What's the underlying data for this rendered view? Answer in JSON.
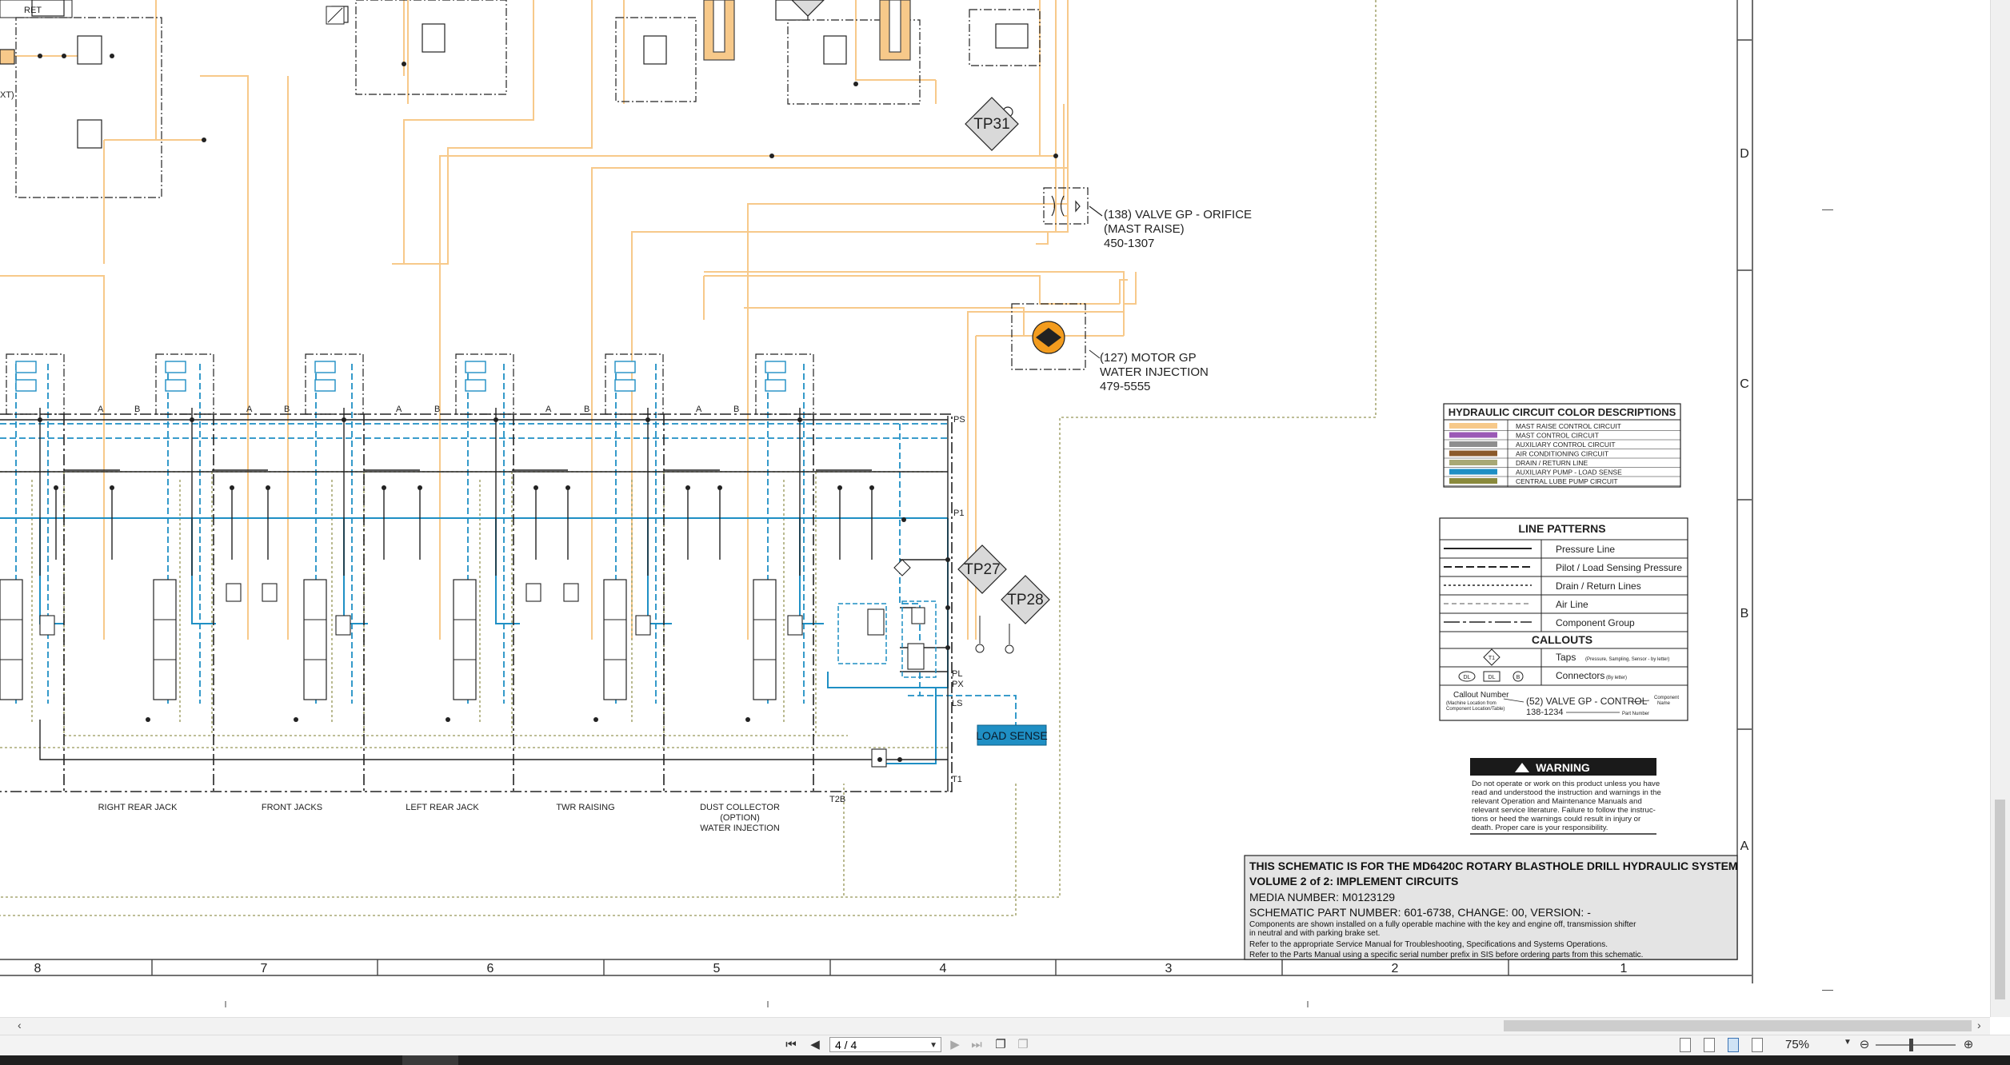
{
  "sheet": {
    "ret_label": "RET",
    "ext_label": "XT)",
    "tp31": "TP31",
    "tp27": "TP27",
    "tp28": "TP28",
    "orifice_callout": [
      "(138) VALVE GP - ORIFICE",
      "(MAST RAISE)",
      "450-1307"
    ],
    "motor_callout": [
      "(127) MOTOR GP",
      "WATER INJECTION",
      "479-5555"
    ],
    "port_labels": [
      "A",
      "B",
      "A",
      "B",
      "A",
      "B",
      "A",
      "B",
      "A",
      "B"
    ],
    "port_right": {
      "ps": "PS",
      "p1": "P1",
      "pl": "PL",
      "px": "PX",
      "ls": "LS",
      "t1": "T1",
      "t2b": "T2B"
    },
    "load_sense": "LOAD SENSE",
    "sections": [
      "RIGHT REAR JACK",
      "FRONT JACKS",
      "LEFT REAR JACK",
      "TWR RAISING",
      "DUST COLLECTOR",
      "(OPTION)",
      "WATER INJECTION"
    ],
    "row_letters": [
      "D",
      "C",
      "B",
      "A"
    ],
    "col_numbers": [
      "8",
      "7",
      "6",
      "5",
      "4",
      "3",
      "2",
      "1"
    ],
    "color_legend": {
      "title": "HYDRAULIC CIRCUIT COLOR DESCRIPTIONS",
      "items": [
        {
          "color": "#f7c98a",
          "label": "MAST RAISE CONTROL CIRCUIT"
        },
        {
          "color": "#9b59b6",
          "label": "MAST CONTROL CIRCUIT"
        },
        {
          "color": "#8e8e8e",
          "label": "AUXILIARY CONTROL CIRCUIT"
        },
        {
          "color": "#8b5a2b",
          "label": "AIR CONDITIONING CIRCUIT"
        },
        {
          "color": "#a8a875",
          "label": "DRAIN / RETURN LINE"
        },
        {
          "color": "#1f8fc4",
          "label": "AUXILIARY PUMP - LOAD SENSE"
        },
        {
          "color": "#8a8a3c",
          "label": "CENTRAL LUBE PUMP CIRCUIT"
        }
      ]
    },
    "line_patterns": {
      "title": "LINE PATTERNS",
      "items": [
        "Pressure Line",
        "Pilot / Load Sensing Pressure",
        "Drain / Return Lines",
        "Air Line",
        "Component Group"
      ],
      "callouts_title": "CALLOUTS",
      "taps": "Taps",
      "taps_note": "(Pressure, Sampling, Sensor - by letter)",
      "connectors": "Connectors",
      "connectors_note": "(By letter)",
      "conn_ex": [
        "DL",
        "DL",
        "B"
      ],
      "tap_ex": "T1",
      "callout_number": "Callout Number",
      "callout_number_note": [
        "(Machine Location from",
        "Component Location/Table)"
      ],
      "callout_example": "(52) VALVE GP - CONTROL",
      "callout_part": "138-1234",
      "component_name": [
        "Component",
        "Name"
      ],
      "part_number": "Part Number"
    },
    "warning": {
      "title": "WARNING",
      "text": [
        "Do not operate or work on this product unless you have",
        "read and understood the instruction and warnings in the",
        "relevant Operation and Maintenance Manuals and",
        "relevant service literature. Failure to follow the instruc-",
        "tions or heed the warnings could result in injury or",
        "death. Proper care is your responsibility."
      ]
    },
    "title_block": {
      "line1": "THIS SCHEMATIC IS FOR THE MD6420C ROTARY BLASTHOLE DRILL HYDRAULIC SYSTEM",
      "line2": "VOLUME 2 of 2: IMPLEMENT CIRCUITS",
      "media": "MEDIA NUMBER: M0123129",
      "part": "SCHEMATIC PART NUMBER: 601-6738, CHANGE: 00, VERSION: -",
      "notes": [
        "Components are shown installed on a fully operable machine with the key and engine off, transmission shifter",
        "in neutral and with parking brake set.",
        "Refer to the appropriate Service Manual for Troubleshooting, Specifications and Systems Operations.",
        "Refer to the Parts Manual using a specific serial number prefix in SIS before ordering parts from this schematic."
      ]
    }
  },
  "viewer": {
    "page_field": "4 / 4",
    "zoom": "75%"
  },
  "colors": {
    "mast_raise": "#f7c98a",
    "load_sense": "#1f8fc4",
    "drain": "#a8a875",
    "air": "#c9b38a",
    "black": "#222222"
  }
}
